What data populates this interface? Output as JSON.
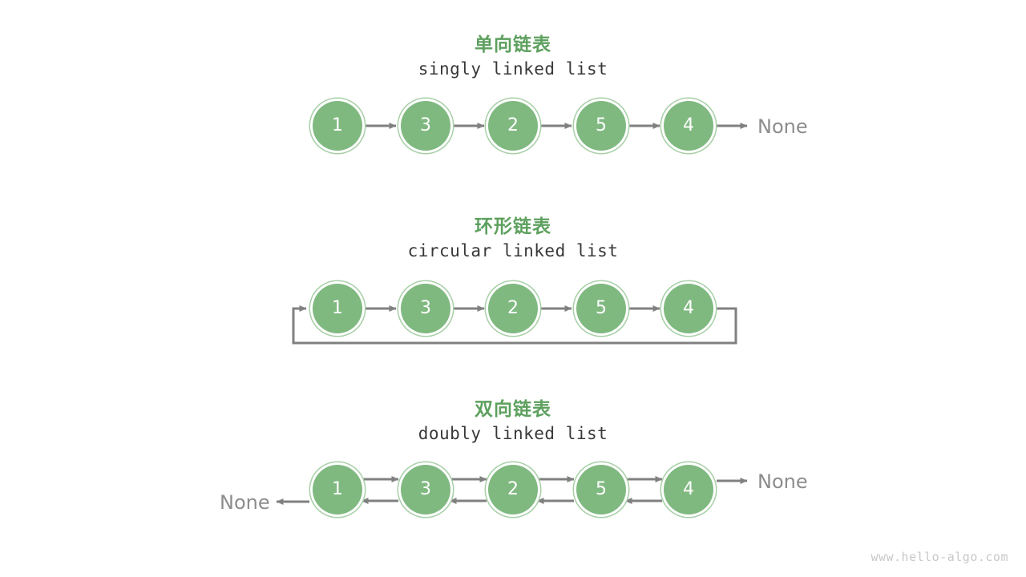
{
  "page": {
    "watermark": "www.hello-algo.com",
    "accent_green": "#5da05e",
    "node_fill": "#7fb980",
    "node_ring": "#a7cfa6",
    "arrow_gray": "#808080",
    "text_gray": "#8c8c8c",
    "subtitle_color": "#383838",
    "background": "#ffffff"
  },
  "sections": [
    {
      "id": "singly",
      "title": "单向链表",
      "subtitle": "singly linked list",
      "nodes": [
        "1",
        "3",
        "2",
        "5",
        "4"
      ],
      "tail_label": "None",
      "head_label": ""
    },
    {
      "id": "circular",
      "title": "环形链表",
      "subtitle": "circular linked list",
      "nodes": [
        "1",
        "3",
        "2",
        "5",
        "4"
      ],
      "tail_label": "",
      "head_label": ""
    },
    {
      "id": "doubly",
      "title": "双向链表",
      "subtitle": "doubly linked list",
      "nodes": [
        "1",
        "3",
        "2",
        "5",
        "4"
      ],
      "tail_label": "None",
      "head_label": "None"
    }
  ]
}
